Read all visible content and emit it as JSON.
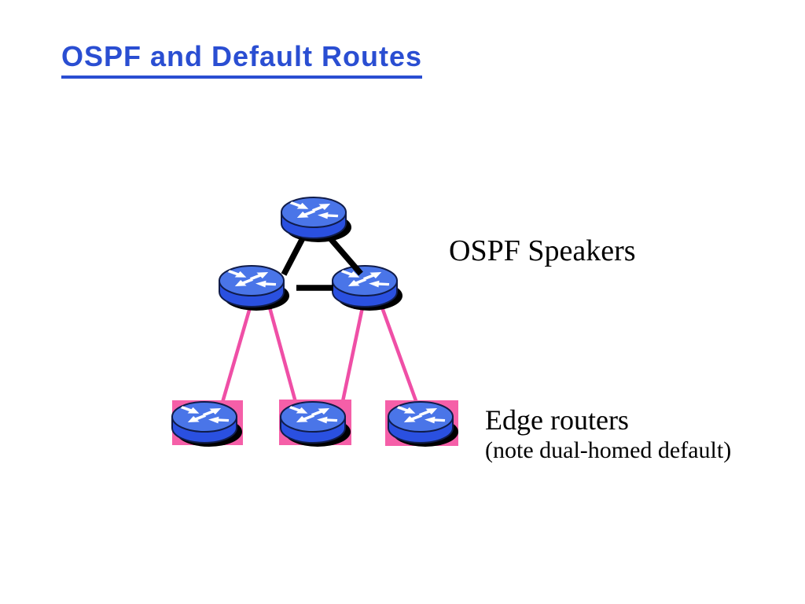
{
  "slide": {
    "title": "OSPF and Default Routes",
    "title_color": "#2a4ed2",
    "background_color": "#ffffff"
  },
  "labels": {
    "ospf_speakers": "OSPF Speakers",
    "edge_routers": "Edge routers",
    "edge_routers_note": "(note dual-homed default)"
  },
  "colors": {
    "router_top_face": "#4a75e8",
    "router_side": "#2a50e0",
    "router_outline": "#101c4a",
    "router_shadow": "#000000",
    "router_arrows": "#ffffff",
    "ospf_link": "#000000",
    "edge_link": "#ef4fa6",
    "edge_highlight": "#f55fa8"
  },
  "topology": {
    "ospf_speaker_count": 3,
    "ospf_links": "full mesh triangle between the three OSPF speakers",
    "edge_router_count": 3,
    "edge_links": "left speaker connects to edge routers 1 and 2; right speaker connects to edge routers 2 and 3; middle edge router is dual-homed"
  }
}
